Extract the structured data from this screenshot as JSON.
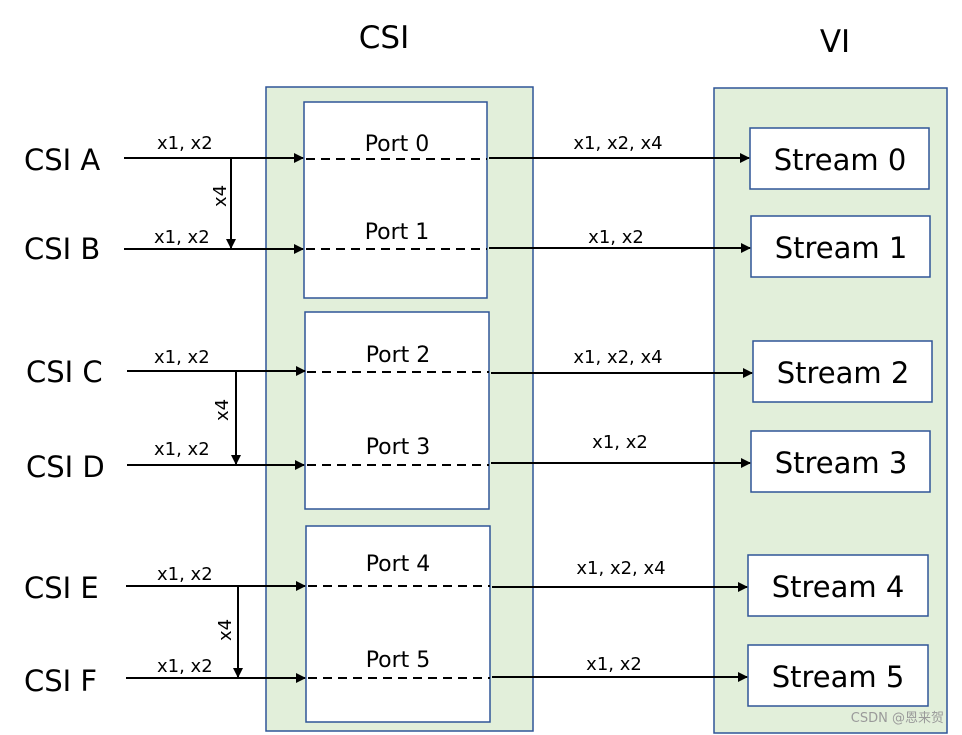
{
  "headers": {
    "csi": "CSI",
    "vi": "VI"
  },
  "sources": [
    {
      "label": "CSI A",
      "lanes": "x1, x2"
    },
    {
      "label": "CSI B",
      "lanes": "x1, x2"
    },
    {
      "label": "CSI C",
      "lanes": "x1, x2"
    },
    {
      "label": "CSI D",
      "lanes": "x1, x2"
    },
    {
      "label": "CSI E",
      "lanes": "x1, x2"
    },
    {
      "label": "CSI F",
      "lanes": "x1, x2"
    }
  ],
  "merge_labels": [
    "x4",
    "x4",
    "x4"
  ],
  "ports": [
    "Port 0",
    "Port 1",
    "Port 2",
    "Port 3",
    "Port 4",
    "Port 5"
  ],
  "output_lanes": [
    "x1, x2, x4",
    "x1, x2",
    "x1, x2, x4",
    "x1, x2",
    "x1, x2, x4",
    "x1, x2"
  ],
  "streams": [
    "Stream 0",
    "Stream 1",
    "Stream 2",
    "Stream 3",
    "Stream 4",
    "Stream 5"
  ],
  "watermark": "CSDN @恩来贺",
  "colors": {
    "panel_fill": "#e2efda",
    "panel_stroke": "#2f5597",
    "box_stroke": "#2f5597",
    "line": "#000000"
  }
}
